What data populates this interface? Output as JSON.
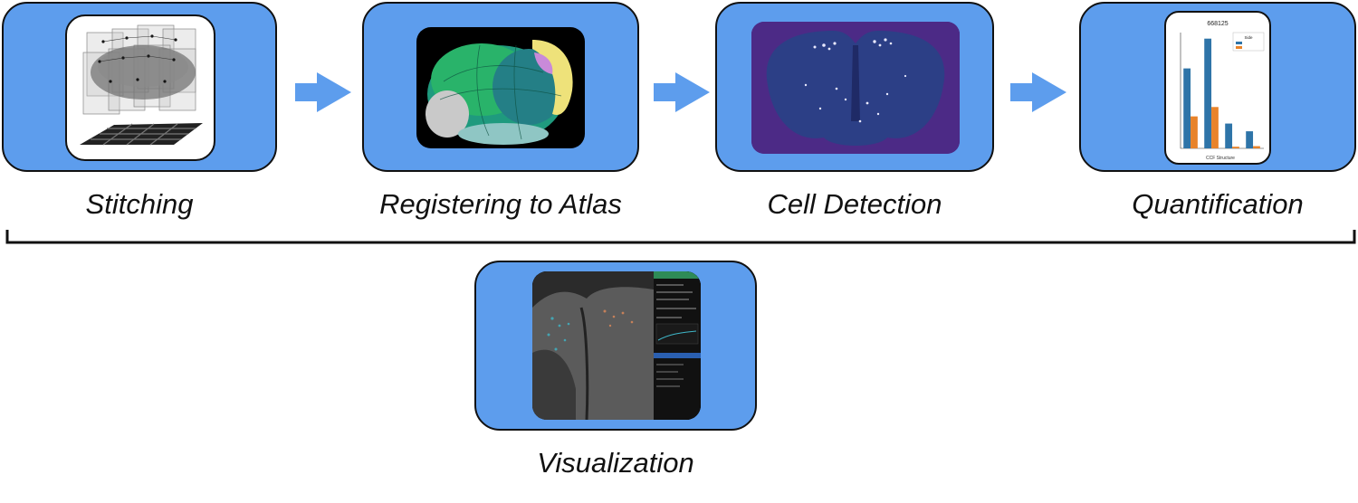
{
  "stages": [
    {
      "label": "Stitching"
    },
    {
      "label": "Registering to Atlas"
    },
    {
      "label": "Cell Detection"
    },
    {
      "label": "Quantification"
    },
    {
      "label": "Visualization"
    }
  ],
  "quant_chart": {
    "title": "668125",
    "legend_title": "Side",
    "xlabel": "CCF Structure"
  },
  "colors": {
    "stage_fill": "#5d9ded",
    "arrow": "#5d9ded",
    "series_ipsi": "#2e74a8",
    "series_contra": "#e8832a"
  },
  "chart_data": {
    "type": "bar",
    "title": "668125",
    "xlabel": "CCF Structure",
    "ylabel": "",
    "categories": [
      "",
      "",
      "",
      ""
    ],
    "series": [
      {
        "name": "",
        "values": [
          1450,
          1990,
          450,
          310
        ]
      },
      {
        "name": "",
        "values": [
          580,
          750,
          30,
          40
        ]
      }
    ],
    "ylim": [
      0,
      2100
    ],
    "legend": "top-right"
  }
}
